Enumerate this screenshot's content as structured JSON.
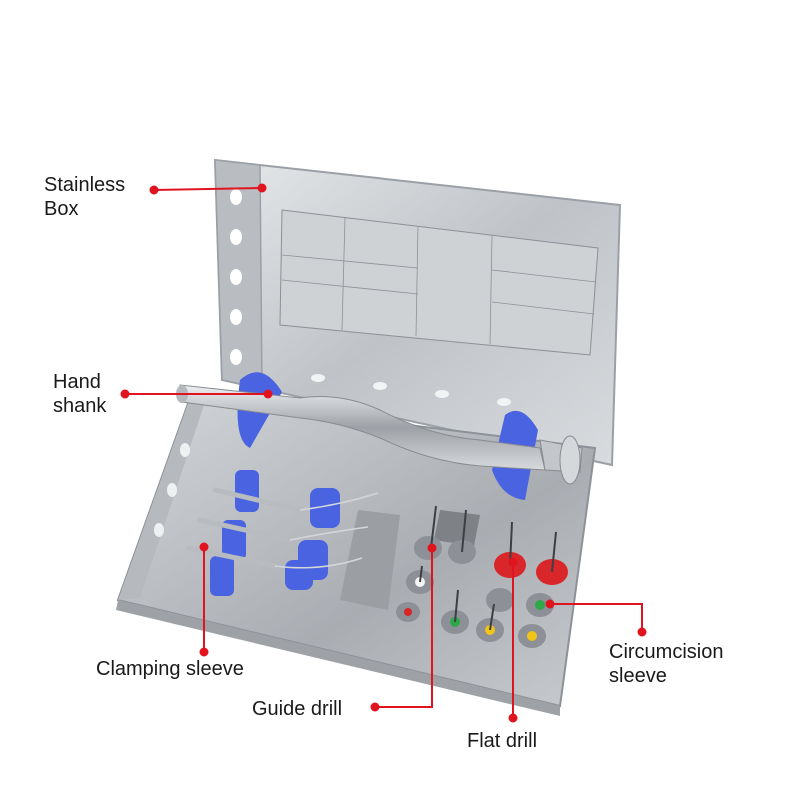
{
  "labels": {
    "stainless_box": [
      "Stainless",
      "Box"
    ],
    "hand_shank": [
      "Hand",
      "shank"
    ],
    "clamping_sleeve": "Clamping sleeve",
    "guide_drill": "Guide drill",
    "flat_drill": "Flat drill",
    "circumcision_sleeve": [
      "Circumcision",
      "sleeve"
    ]
  },
  "colors": {
    "pointer": "#e0141e",
    "silicone_blue": "#4a63e0",
    "metal": "#c9ccd0",
    "sleeve_red": "#d8262b",
    "sleeve_grey": "#8d9096",
    "ring_green": "#2fa84a",
    "ring_yellow": "#f0c419",
    "ring_white": "#f4f4f4"
  }
}
